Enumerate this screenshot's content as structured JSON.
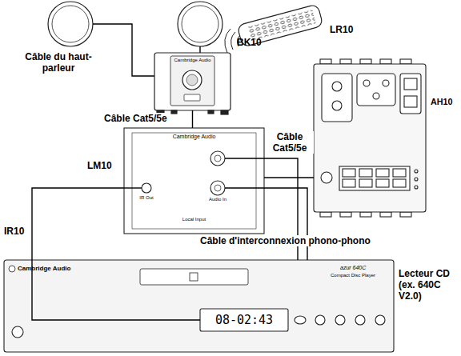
{
  "diagram": {
    "nodes": [
      {
        "text": [
          "BK10"
        ]
      },
      {
        "text": [
          "LR10"
        ]
      },
      {
        "text": [
          "AH10"
        ]
      },
      {
        "text": [
          "LM10"
        ]
      },
      {
        "text": [
          "Lecteur CD (ex. 640C V2.0)"
        ]
      }
    ],
    "edges": [
      {
        "from": 0,
        "to": 3,
        "label": "Câble Cat5/5e",
        "arrow": "none"
      },
      {
        "from": 3,
        "to": 2,
        "label": "Câble Cat5/5e",
        "arrow": "none"
      },
      {
        "from": 3,
        "to": 4,
        "label": "Câble d'interconnexion phono-phono",
        "arrow": "none"
      },
      {
        "from": 3,
        "to": 4,
        "label": "IR10",
        "arrow": "none"
      }
    ],
    "labels": [
      "Câble du haut-parleur",
      "Cambridge Audio",
      "Cambridge Audio",
      "IR Out",
      "Audio In",
      "Local Input",
      "Cambridge Audio",
      "azur 640C",
      "Compact Disc Player",
      "08-02:43"
    ]
  }
}
